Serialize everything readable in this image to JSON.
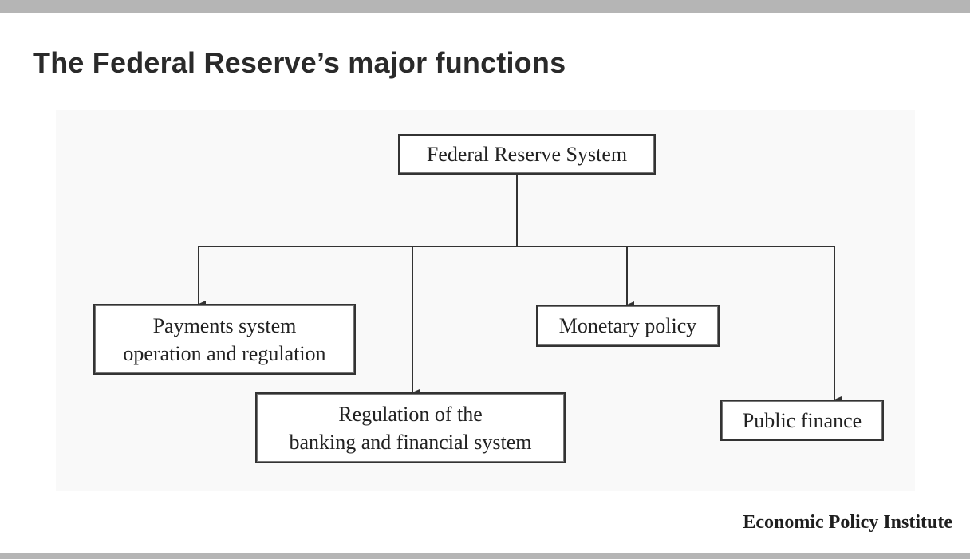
{
  "title": "The Federal Reserve’s major functions",
  "diagram": {
    "root": "Federal Reserve System",
    "children": {
      "payments": [
        "Payments system",
        "operation and regulation"
      ],
      "regulation": [
        "Regulation of the",
        "banking and financial system"
      ],
      "monetary": "Monetary policy",
      "public": "Public finance"
    }
  },
  "credit": "Economic Policy Institute"
}
